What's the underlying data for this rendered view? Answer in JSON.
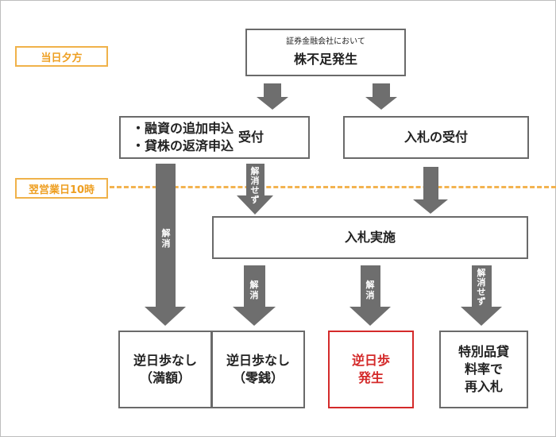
{
  "labels": {
    "same_day_evening": "当日夕方",
    "next_business_day": "翌営業日10時"
  },
  "boxes": {
    "shortage": {
      "sub": "証券金融会社において",
      "main": "株不足発生"
    },
    "application": {
      "item1": "・融資の追加申込",
      "item2": "・貸株の返済申込",
      "suffix": "受付"
    },
    "bid_reception": "入札の受付",
    "bid_execution": "入札実施",
    "result_full": {
      "line1": "逆日歩なし",
      "line2": "（満額）"
    },
    "result_partial": {
      "line1": "逆日歩なし",
      "line2": "（零銭）"
    },
    "result_occurs": {
      "line1": "逆日歩",
      "line2": "発生"
    },
    "result_special": {
      "line1": "特別品貸",
      "line2": "料率で",
      "line3": "再入札"
    }
  },
  "arrow_labels": {
    "left_resolved": [
      "解",
      "消"
    ],
    "unresolved": [
      "解",
      "消",
      "せ",
      "ず"
    ],
    "mid_resolved": [
      "解",
      "消"
    ],
    "center_resolved": [
      "解",
      "消"
    ],
    "right_unresolved": [
      "解",
      "消",
      "せ",
      "ず"
    ]
  },
  "colors": {
    "box_border": "#6a6a6a",
    "arrow": "#6e6e6e",
    "time_tag": "#f0b24a",
    "highlight": "#d42a2a"
  }
}
